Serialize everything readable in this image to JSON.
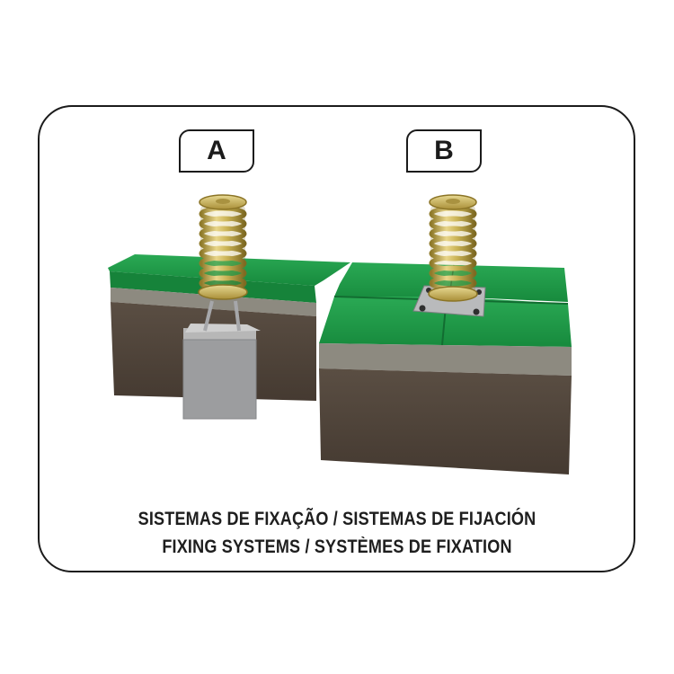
{
  "labels": {
    "a": "A",
    "b": "B"
  },
  "caption": {
    "line1": "SISTEMAS DE FIXAÇÃO / SISTEMAS DE FIJACIÓN",
    "line2": "FIXING SYSTEMS / SYSTÈMES DE FIXATION"
  },
  "colors": {
    "turf": "#1f9a49",
    "soil": "#4e4339",
    "gravel": "#8d8a80",
    "spring": "#c9b254",
    "concrete": "#9c9d9f"
  }
}
